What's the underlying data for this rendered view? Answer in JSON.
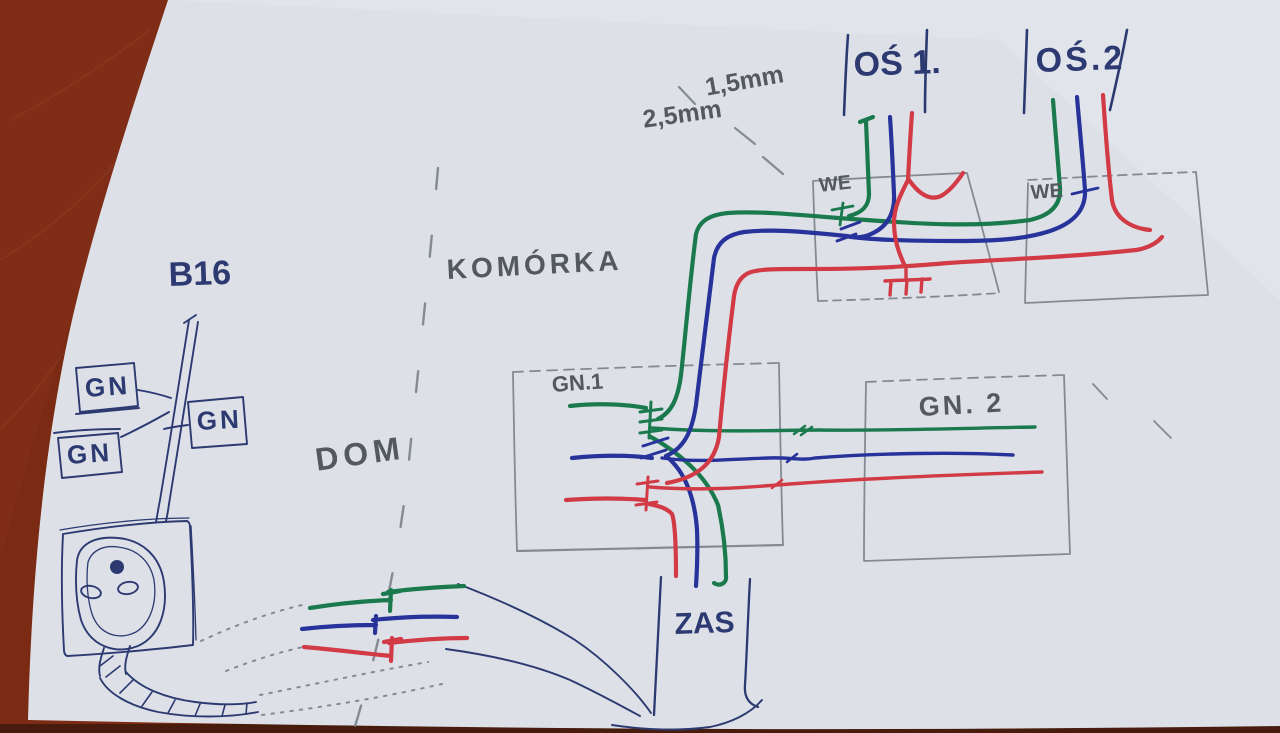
{
  "diagram": {
    "zone_left_label": "DOM",
    "zone_right_label": "KOMÓRKA",
    "breaker_label": "B16",
    "cable_gauge_thin": "1,5mm",
    "cable_gauge_thick": "2,5mm",
    "light_circuit_1": {
      "label": "OŚ 1.",
      "input_label": "WE"
    },
    "light_circuit_2": {
      "label": "OŚ.2",
      "input_label": "WE"
    },
    "outlet_group_1_label": "GN.1",
    "outlet_group_2_label": "GN. 2",
    "supply_label": "ZAS",
    "house_outlet_labels": {
      "box1": "GN",
      "box2": "GN",
      "box3": "GN"
    }
  },
  "colors": {
    "wire_green": "#1b7a4d",
    "wire_blue": "#27339b",
    "wire_red": "#d23a45",
    "pen_ink": "#2d3a72",
    "pencil": "#767b84",
    "pencil_dark": "#54585f",
    "paper": "#dde1e7",
    "paper_light": "#e6e9ee",
    "wood": "#7b2a13",
    "wood_dark": "#471c0c"
  }
}
